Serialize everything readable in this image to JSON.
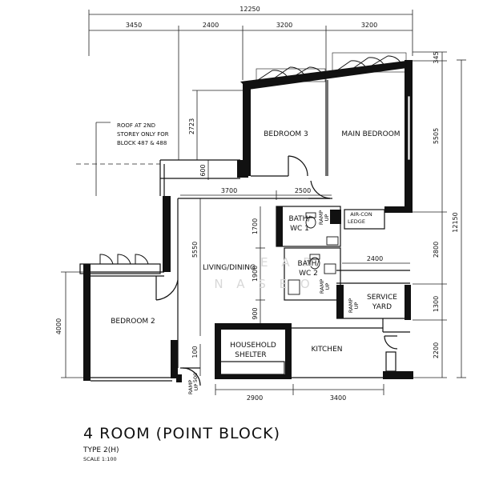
{
  "dimensions": {
    "top_total": "12250",
    "top": [
      "3450",
      "2400",
      "3200",
      "3200"
    ],
    "right_outer": "12150",
    "right_top": "345",
    "right_a": "5505",
    "right_b": "2800",
    "right_c": "1300",
    "right_d": "2200",
    "left_bedroom2": "4000",
    "bottom": [
      "2900",
      "3400"
    ],
    "inner": {
      "d2723": "2723",
      "d600": "600",
      "d3700": "3700",
      "d2500": "2500",
      "d5550": "5550",
      "d1700": "1700",
      "d1900": "1900",
      "d900": "900",
      "d2400": "2400",
      "d100": "100",
      "d500": "500"
    }
  },
  "rooms": {
    "bedroom3": "BEDROOM  3",
    "main_bedroom": "MAIN BEDROOM",
    "living_dining": "LIVING/DINING",
    "bedroom2": "BEDROOM 2",
    "bath1_a": "BATH/",
    "bath1_b": "WC  1",
    "bath2_a": "BATH/",
    "bath2_b": "WC  2",
    "aircon_a": "AIR-CON",
    "aircon_b": "LEDGE",
    "service_a": "SERVICE",
    "service_b": "YARD",
    "shelter_a": "HOUSEHOLD",
    "shelter_b": "SHELTER",
    "kitchen": "KITCHEN"
  },
  "ramp": {
    "a": "RAMP",
    "b": "UP"
  },
  "note": [
    "ROOF AT 2ND",
    "STOREY ONLY FOR",
    "BLOCK 487 & 488"
  ],
  "watermark": {
    "line1": "E  A  R",
    "line2": "N A S E O"
  },
  "title": "4 ROOM  (POINT BLOCK)",
  "type_label": "TYPE  2(H)",
  "scale_label": "SCALE   1:100"
}
